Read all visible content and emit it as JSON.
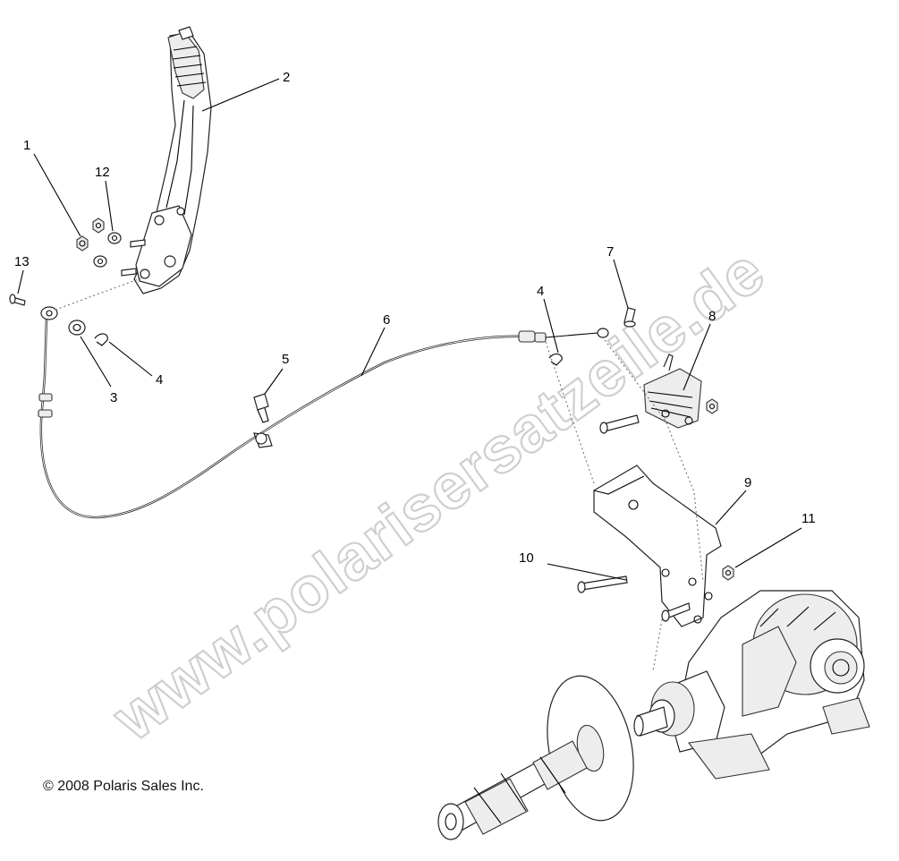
{
  "watermark": "www.polarisersatzeile.de",
  "copyright": "© 2008 Polaris Sales Inc.",
  "callouts": [
    "1",
    "2",
    "3",
    "4",
    "4",
    "5",
    "6",
    "7",
    "8",
    "9",
    "10",
    "11",
    "12",
    "13"
  ]
}
